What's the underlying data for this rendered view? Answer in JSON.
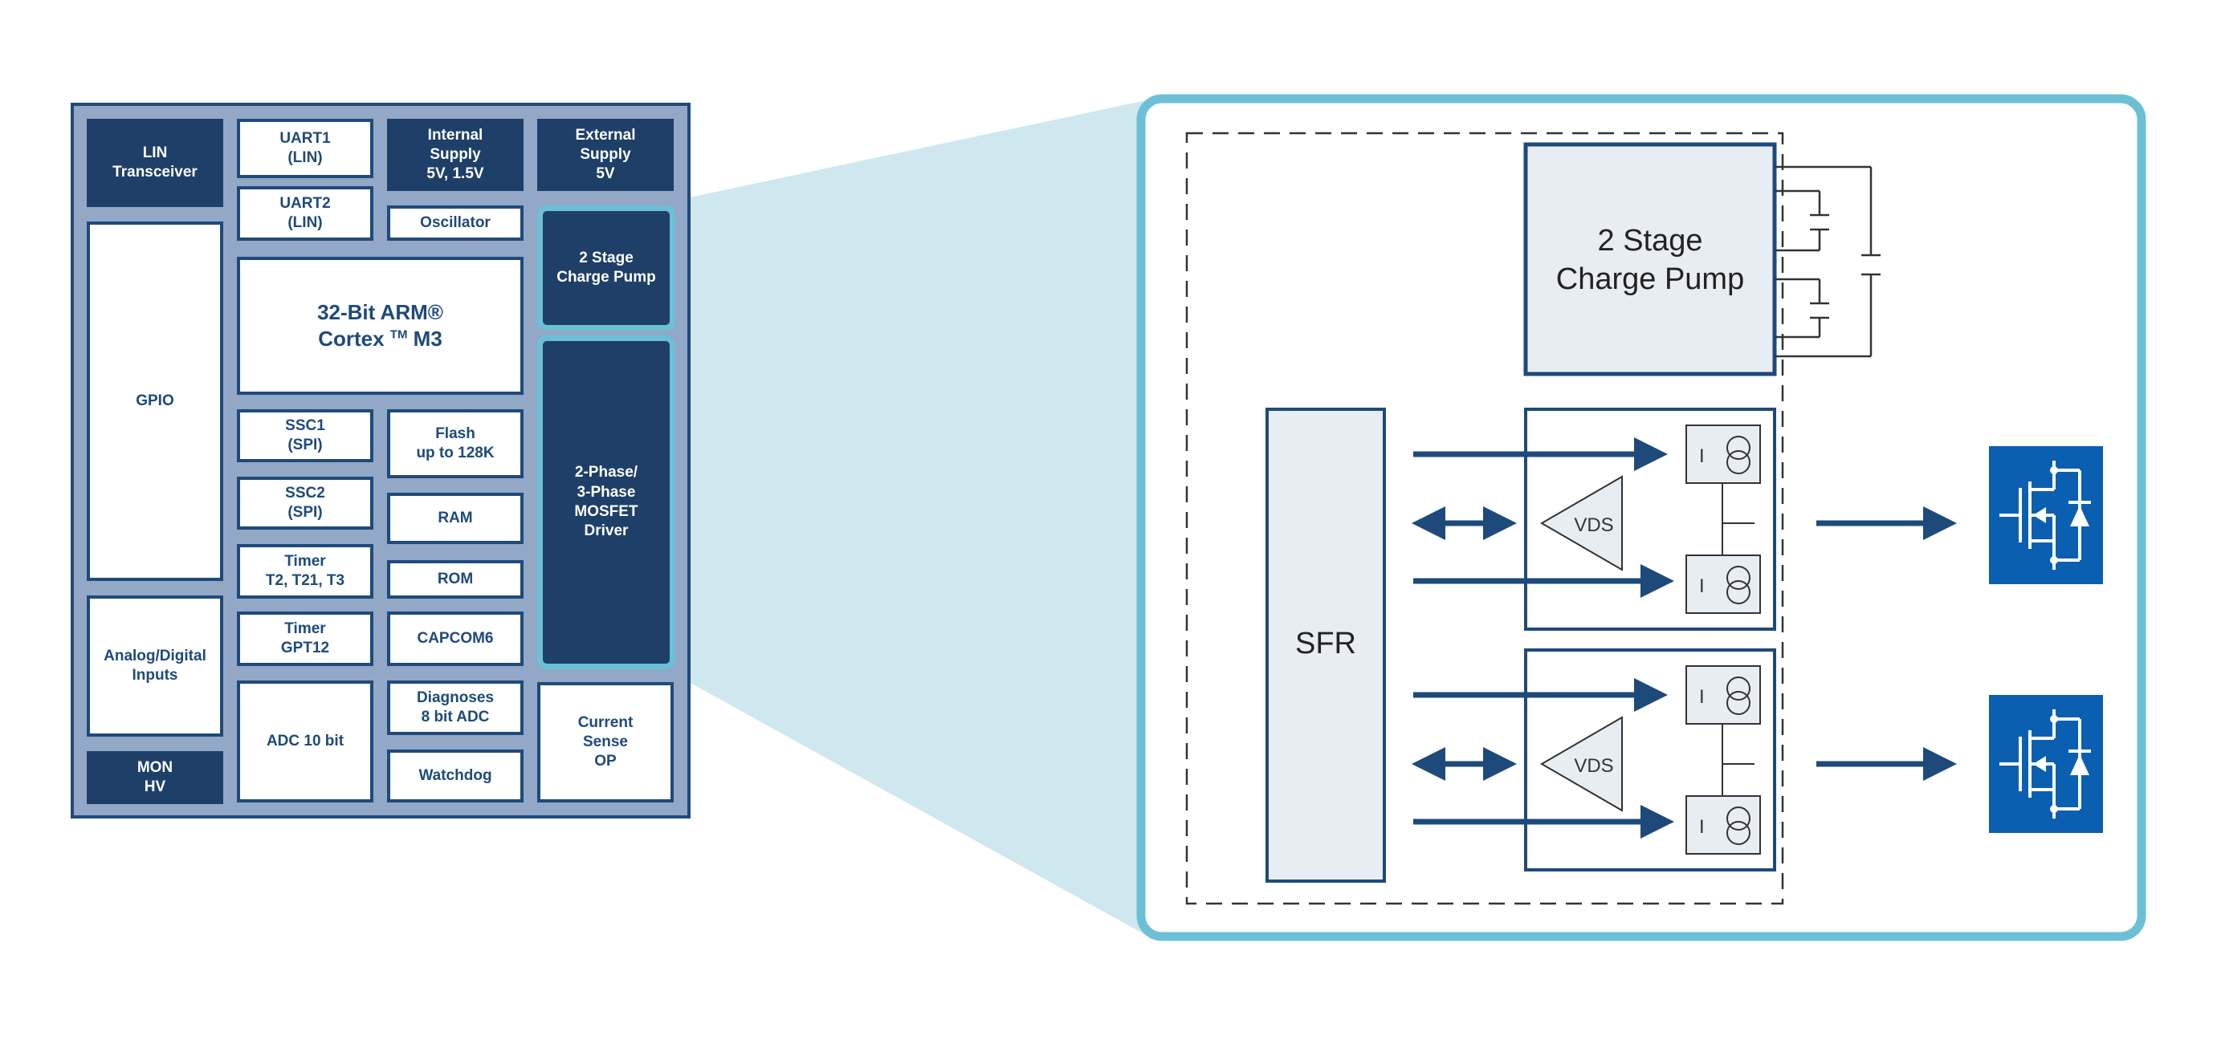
{
  "colors": {
    "navy": "#1e3f68",
    "block_border": "#1e4a7b",
    "chip_bg": "#93a8c6",
    "highlight": "#6cc0d6",
    "callout": "#cfe7ef",
    "mosfet": "#0b5fb0",
    "panel_fill": "#e8edf4"
  },
  "chip": {
    "lin_transceiver": "LIN\nTransceiver",
    "uart1": "UART1\n(LIN)",
    "internal_supply": "Internal\nSupply\n5V, 1.5V",
    "external_supply": "External\nSupply\n5V",
    "uart2": "UART2\n(LIN)",
    "oscillator": "Oscillator",
    "charge_pump": "2 Stage\nCharge Pump",
    "gpio": "GPIO",
    "cpu_line1": "32-Bit ARM®",
    "cpu_line2_a": "Cortex ",
    "cpu_tm": "TM",
    "cpu_line2_b": " M3",
    "ssc1": "SSC1\n(SPI)",
    "flash": "Flash\nup to 128K",
    "mosfet_driver": "2-Phase/\n3-Phase\nMOSFET\nDriver",
    "ssc2": "SSC2\n(SPI)",
    "ram": "RAM",
    "timer_t2": "Timer\nT2, T21, T3",
    "rom": "ROM",
    "analog_digital": "Analog/Digital\nInputs",
    "timer_gpt12": "Timer\nGPT12",
    "capcom6": "CAPCOM6",
    "adc": "ADC 10 bit",
    "diagnoses": "Diagnoses\n8 bit ADC",
    "current_sense": "Current\nSense\nOP",
    "mon_hv": "MON\nHV",
    "watchdog": "Watchdog"
  },
  "zoom": {
    "charge_pump_line1": "2 Stage",
    "charge_pump_line2": "Charge Pump",
    "sfr": "SFR",
    "vds_top": "VDS",
    "vds_bottom": "VDS",
    "current_source_label": "I"
  }
}
